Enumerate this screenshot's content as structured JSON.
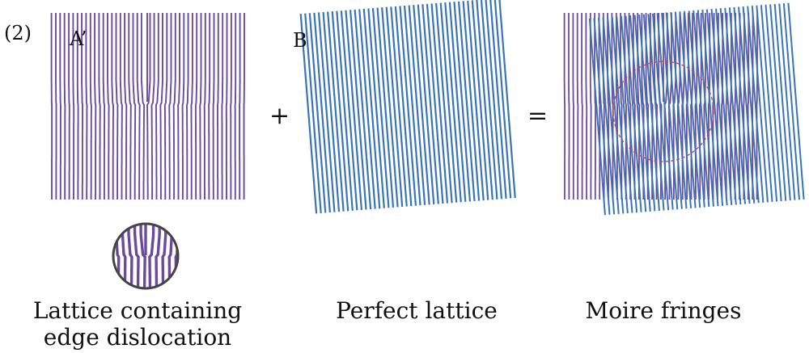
{
  "figure_label": "(2)",
  "panels": [
    {
      "letter": "A’",
      "caption_lines": [
        "Lattice containing",
        "edge dislocation"
      ]
    },
    {
      "letter": "B",
      "caption_lines": [
        "Perfect lattice"
      ]
    },
    {
      "caption_lines": [
        "Moire fringes"
      ]
    }
  ],
  "operators": {
    "plus": "+",
    "equals": "="
  },
  "colors": {
    "lattice_a": "#6b4a9e",
    "lattice_b": "#3a74b8",
    "highlight_circle": "#d0405a",
    "inset_border": "#444444"
  }
}
